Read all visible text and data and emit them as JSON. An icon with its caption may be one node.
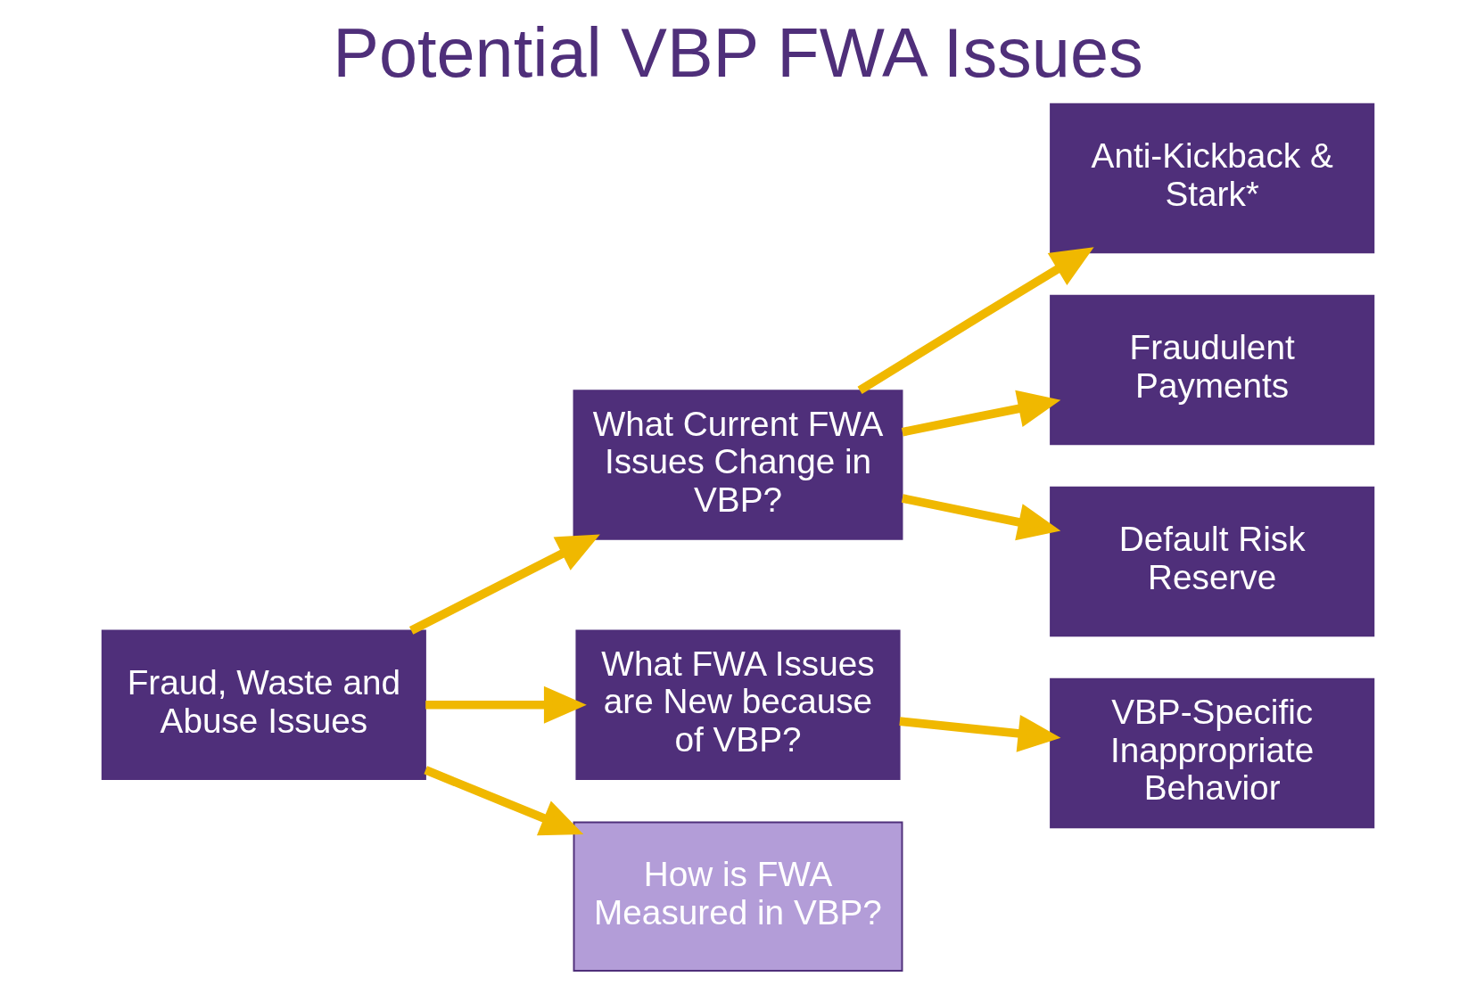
{
  "diagram": {
    "title": "Potential VBP FWA Issues",
    "nodes": [
      {
        "text": [
          "Fraud, Waste and Abuse Issues"
        ]
      },
      {
        "text": [
          "What Current FWA Issues Change in VBP?"
        ]
      },
      {
        "text": [
          "What FWA Issues are New because of VBP?"
        ]
      },
      {
        "text": [
          "How is FWA Measured in VBP?"
        ]
      },
      {
        "text": [
          "Anti-Kickback & Stark*"
        ]
      },
      {
        "text": [
          "Fraudulent Payments"
        ]
      },
      {
        "text": [
          "Default Risk Reserve"
        ]
      },
      {
        "text": [
          "VBP-Specific Inappropriate Behavior"
        ]
      }
    ],
    "edges": [
      {
        "from": 0,
        "to": 1,
        "arrow": "to"
      },
      {
        "from": 0,
        "to": 2,
        "arrow": "to"
      },
      {
        "from": 0,
        "to": 3,
        "arrow": "to"
      },
      {
        "from": 1,
        "to": 4,
        "arrow": "to"
      },
      {
        "from": 1,
        "to": 5,
        "arrow": "to"
      },
      {
        "from": 1,
        "to": 6,
        "arrow": "to"
      },
      {
        "from": 2,
        "to": 7,
        "arrow": "to"
      }
    ]
  }
}
